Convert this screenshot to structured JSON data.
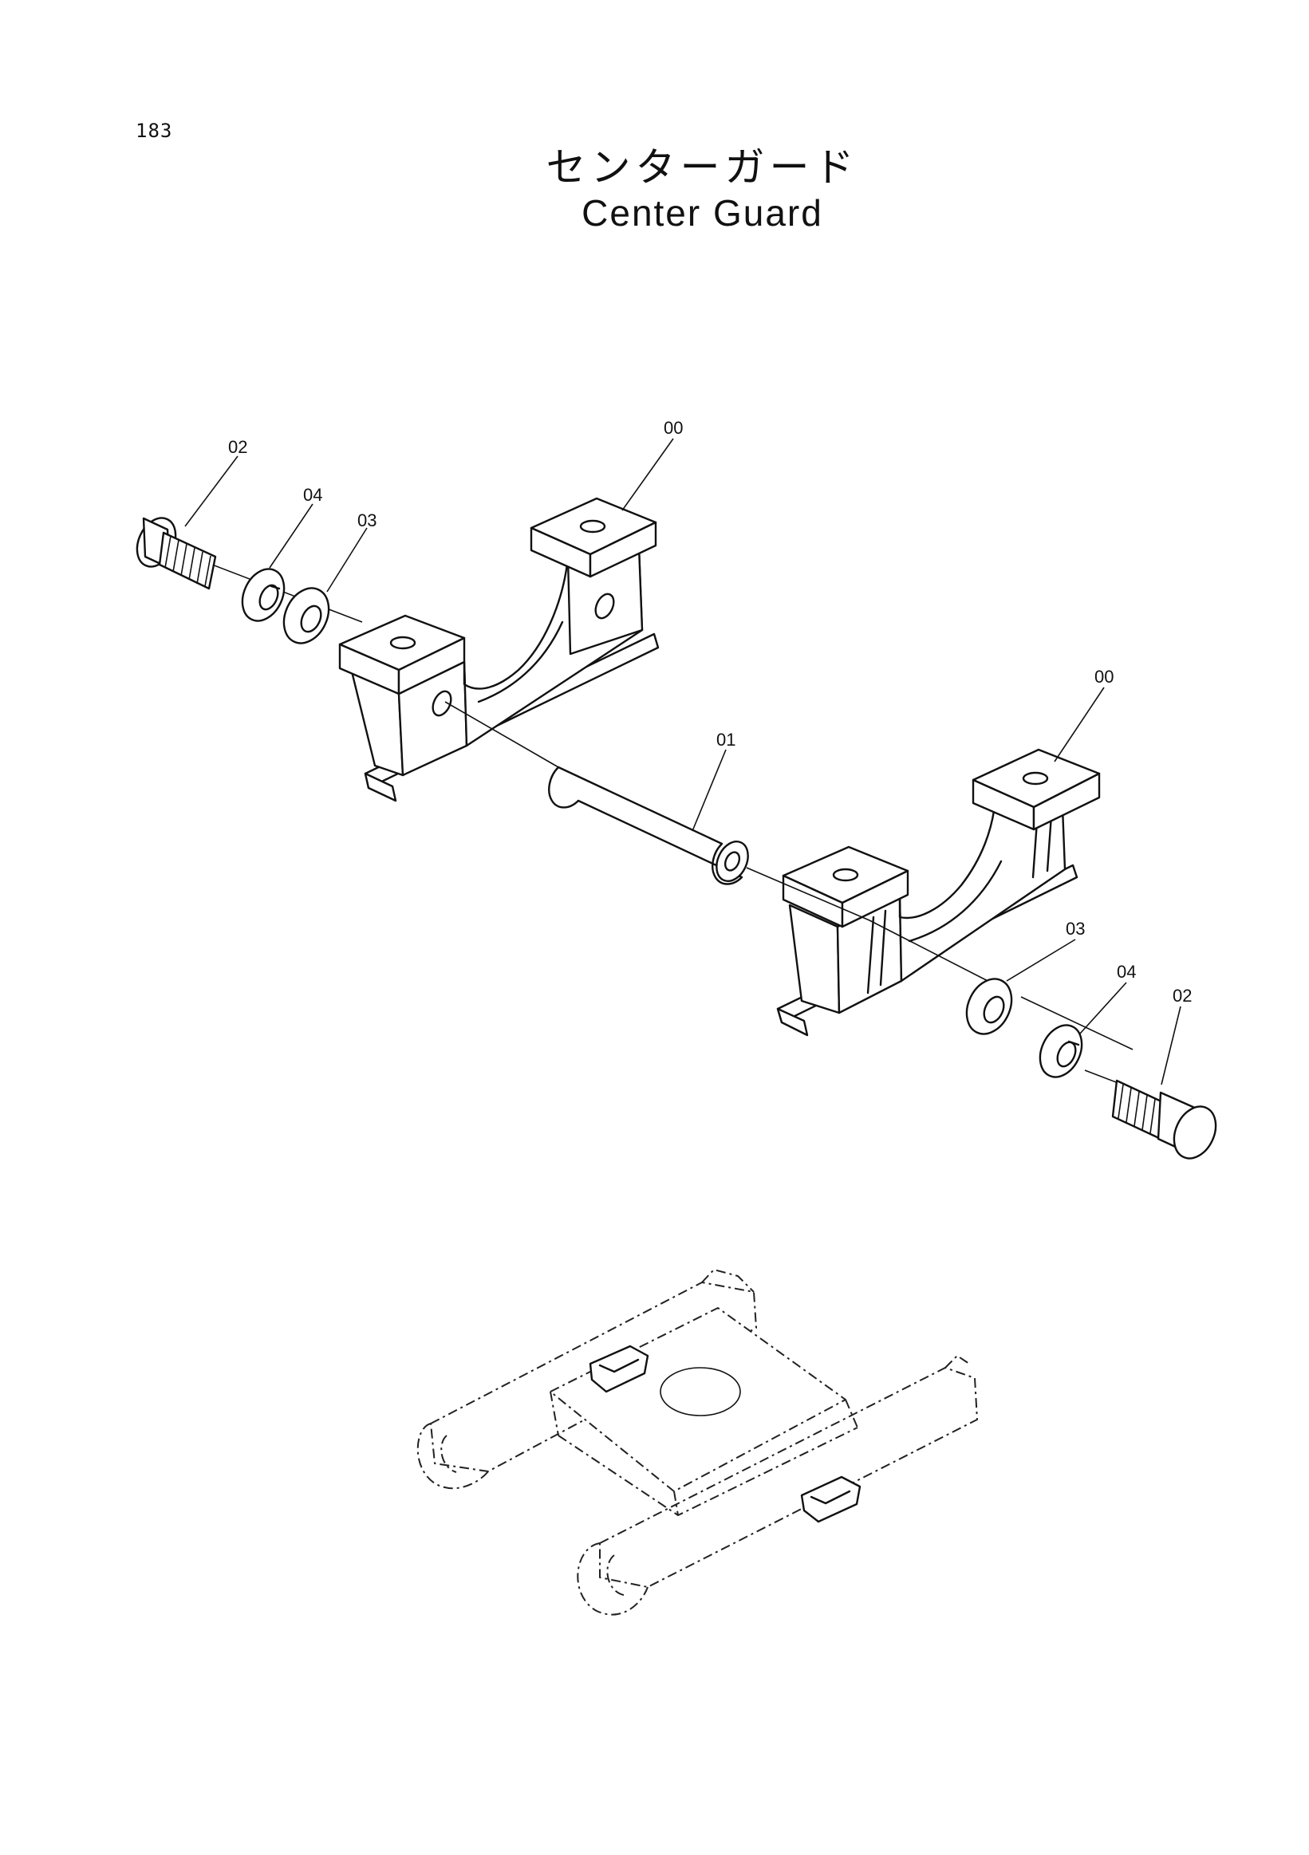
{
  "page": {
    "number": "183"
  },
  "title": {
    "japanese": "センターガード",
    "english": "Center Guard"
  },
  "callouts": {
    "guard_rear": "00",
    "guard_front": "00",
    "pin": "01",
    "bolt_left": "02",
    "bolt_right": "02",
    "washer_left": "03",
    "washer_right": "03",
    "lockwasher_left": "04",
    "lockwasher_right": "04"
  }
}
